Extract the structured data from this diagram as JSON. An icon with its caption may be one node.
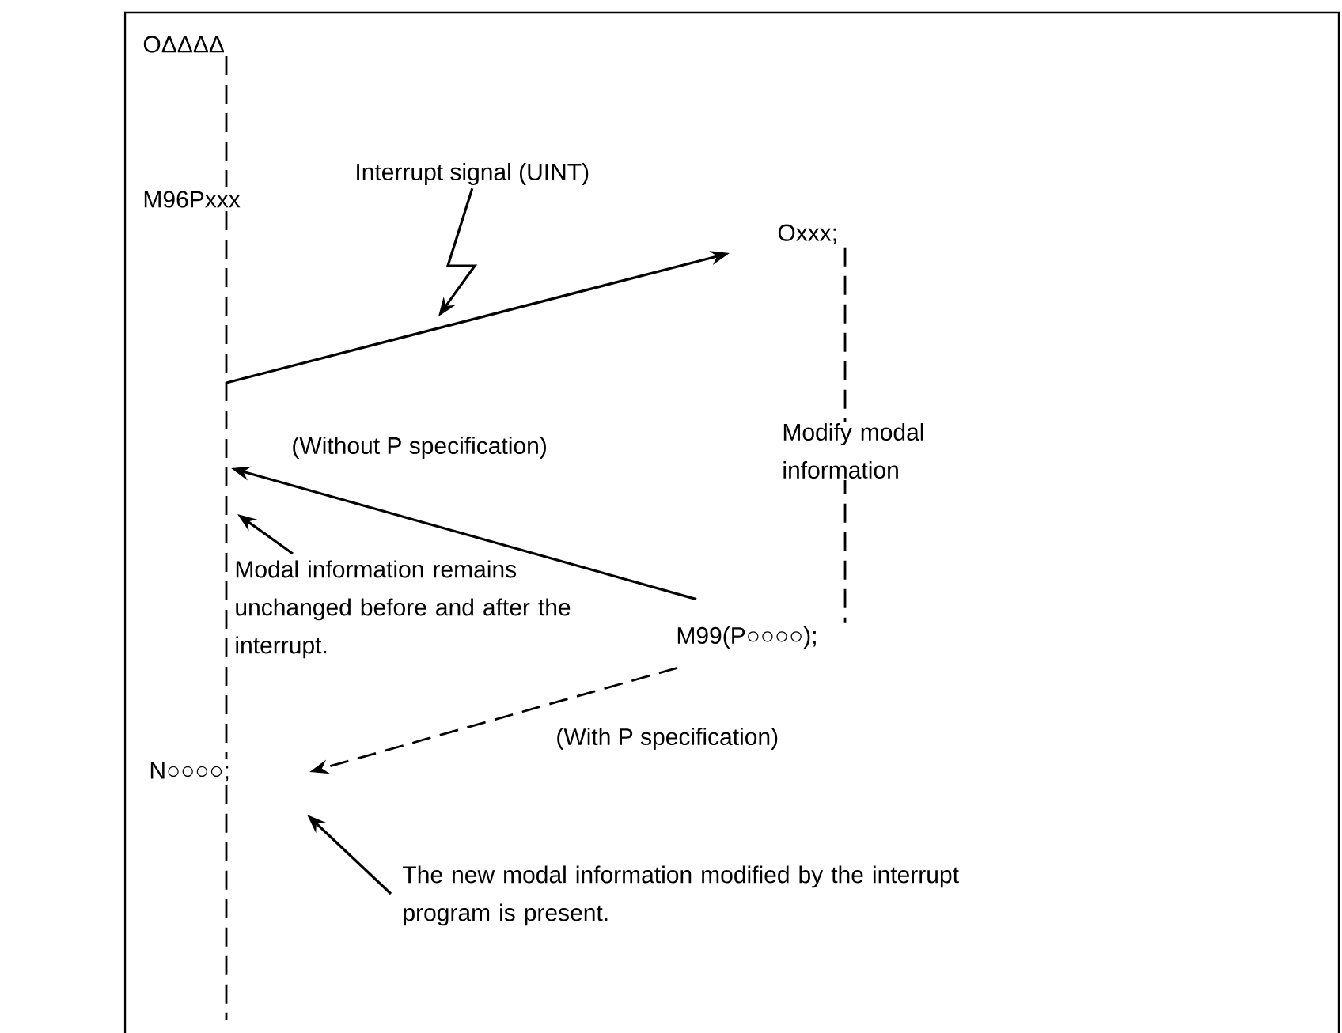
{
  "diagram": {
    "nodes": [
      {
        "text": [
          "OΔΔΔΔ"
        ]
      },
      {
        "text": [
          "M96Pxxx"
        ]
      },
      {
        "text": [
          "Interrupt signal (UINT)"
        ]
      },
      {
        "text": [
          "Oxxx;"
        ]
      },
      {
        "text": [
          "Modal information remains unchanged before and after the interrupt."
        ]
      },
      {
        "text": [
          "M99(P○○○○);"
        ]
      },
      {
        "text": [
          "N○○○○;"
        ]
      },
      {
        "text": [
          "The new modal information modified by the interrupt program is present."
        ]
      }
    ],
    "edges": [
      {
        "from": 0,
        "to": 1,
        "arrow": "none",
        "style": "dashed"
      },
      {
        "from": 1,
        "to": 6,
        "arrow": "none",
        "style": "dashed"
      },
      {
        "from": 6,
        "to": null,
        "arrow": "none",
        "style": "dashed"
      },
      {
        "from": null,
        "to": 3,
        "arrow": "to"
      },
      {
        "from": 2,
        "to": null,
        "arrow": "to"
      },
      {
        "from": 5,
        "to": null,
        "arrow": "to",
        "label": "(Without P specification)"
      },
      {
        "from": 4,
        "to": null,
        "arrow": "to"
      },
      {
        "from": 5,
        "to": 6,
        "arrow": "to",
        "style": "dashed",
        "label": "(With P specification)"
      },
      {
        "from": 3,
        "to": 5,
        "arrow": "none",
        "style": "dashed",
        "label": "Modify modal information"
      },
      {
        "from": 7,
        "to": null,
        "arrow": "to"
      }
    ]
  }
}
